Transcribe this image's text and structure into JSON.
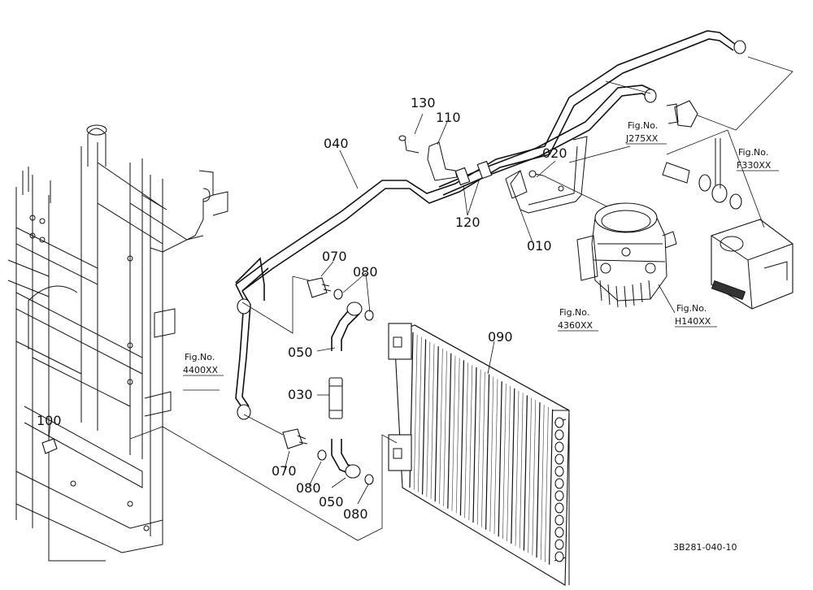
{
  "callouts": {
    "p130": "130",
    "p110": "110",
    "p040": "040",
    "p020": "020",
    "p120": "120",
    "p010": "010",
    "p070a": "070",
    "p080a": "080",
    "p050a": "050",
    "p030": "030",
    "p090": "090",
    "p100": "100",
    "p070b": "070",
    "p080b": "080",
    "p050b": "050",
    "p080c": "080"
  },
  "fig_refs": {
    "j275": {
      "prefix": "Fig.No.",
      "code": "J275XX"
    },
    "f330": {
      "prefix": "Fig.No.",
      "code": "F330XX"
    },
    "h140": {
      "prefix": "Fig.No.",
      "code": "H140XX"
    },
    "r4360": {
      "prefix": "Fig.No.",
      "code": "4360XX"
    },
    "r4400": {
      "prefix": "Fig.No.",
      "code": "4400XX"
    }
  },
  "drawing_code": "3B281-040-10"
}
